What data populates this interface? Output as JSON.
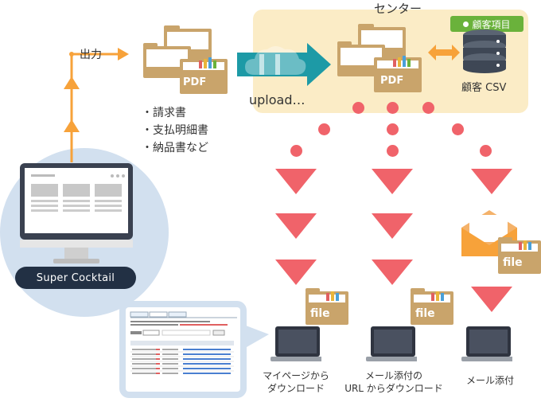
{
  "output_label": "出力",
  "doc_list": [
    "・請求書",
    "・支払明細書",
    "・納品書など"
  ],
  "pdf_label": "PDF",
  "upload_label": "upload…",
  "center_title": "センター",
  "badge_label": "顧客項目",
  "csv_label": "顧客 CSV",
  "super_cocktail_label": "Super Cocktail",
  "file_label": "file",
  "channels": [
    {
      "line1": "マイページから",
      "line2": "ダウンロード"
    },
    {
      "line1": "メール添付の",
      "line2": "URL からダウンロード"
    },
    {
      "line1": "メール添付",
      "line2": ""
    }
  ],
  "colors": {
    "arrow_orange": "#f7a23a",
    "panel_bg": "#fbecc6",
    "badge_green": "#6ab23b",
    "red": "#f0636a",
    "teal": "#1d9aa6",
    "navy": "#223044",
    "circle_bg": "#d2e0ef",
    "folder_tan": "#c9a46b"
  },
  "icons": [
    "folder-icon",
    "pdf-icon",
    "cloud-upload-icon",
    "database-icon",
    "monitor-icon",
    "laptop-icon",
    "envelope-icon",
    "file-folder-icon"
  ]
}
